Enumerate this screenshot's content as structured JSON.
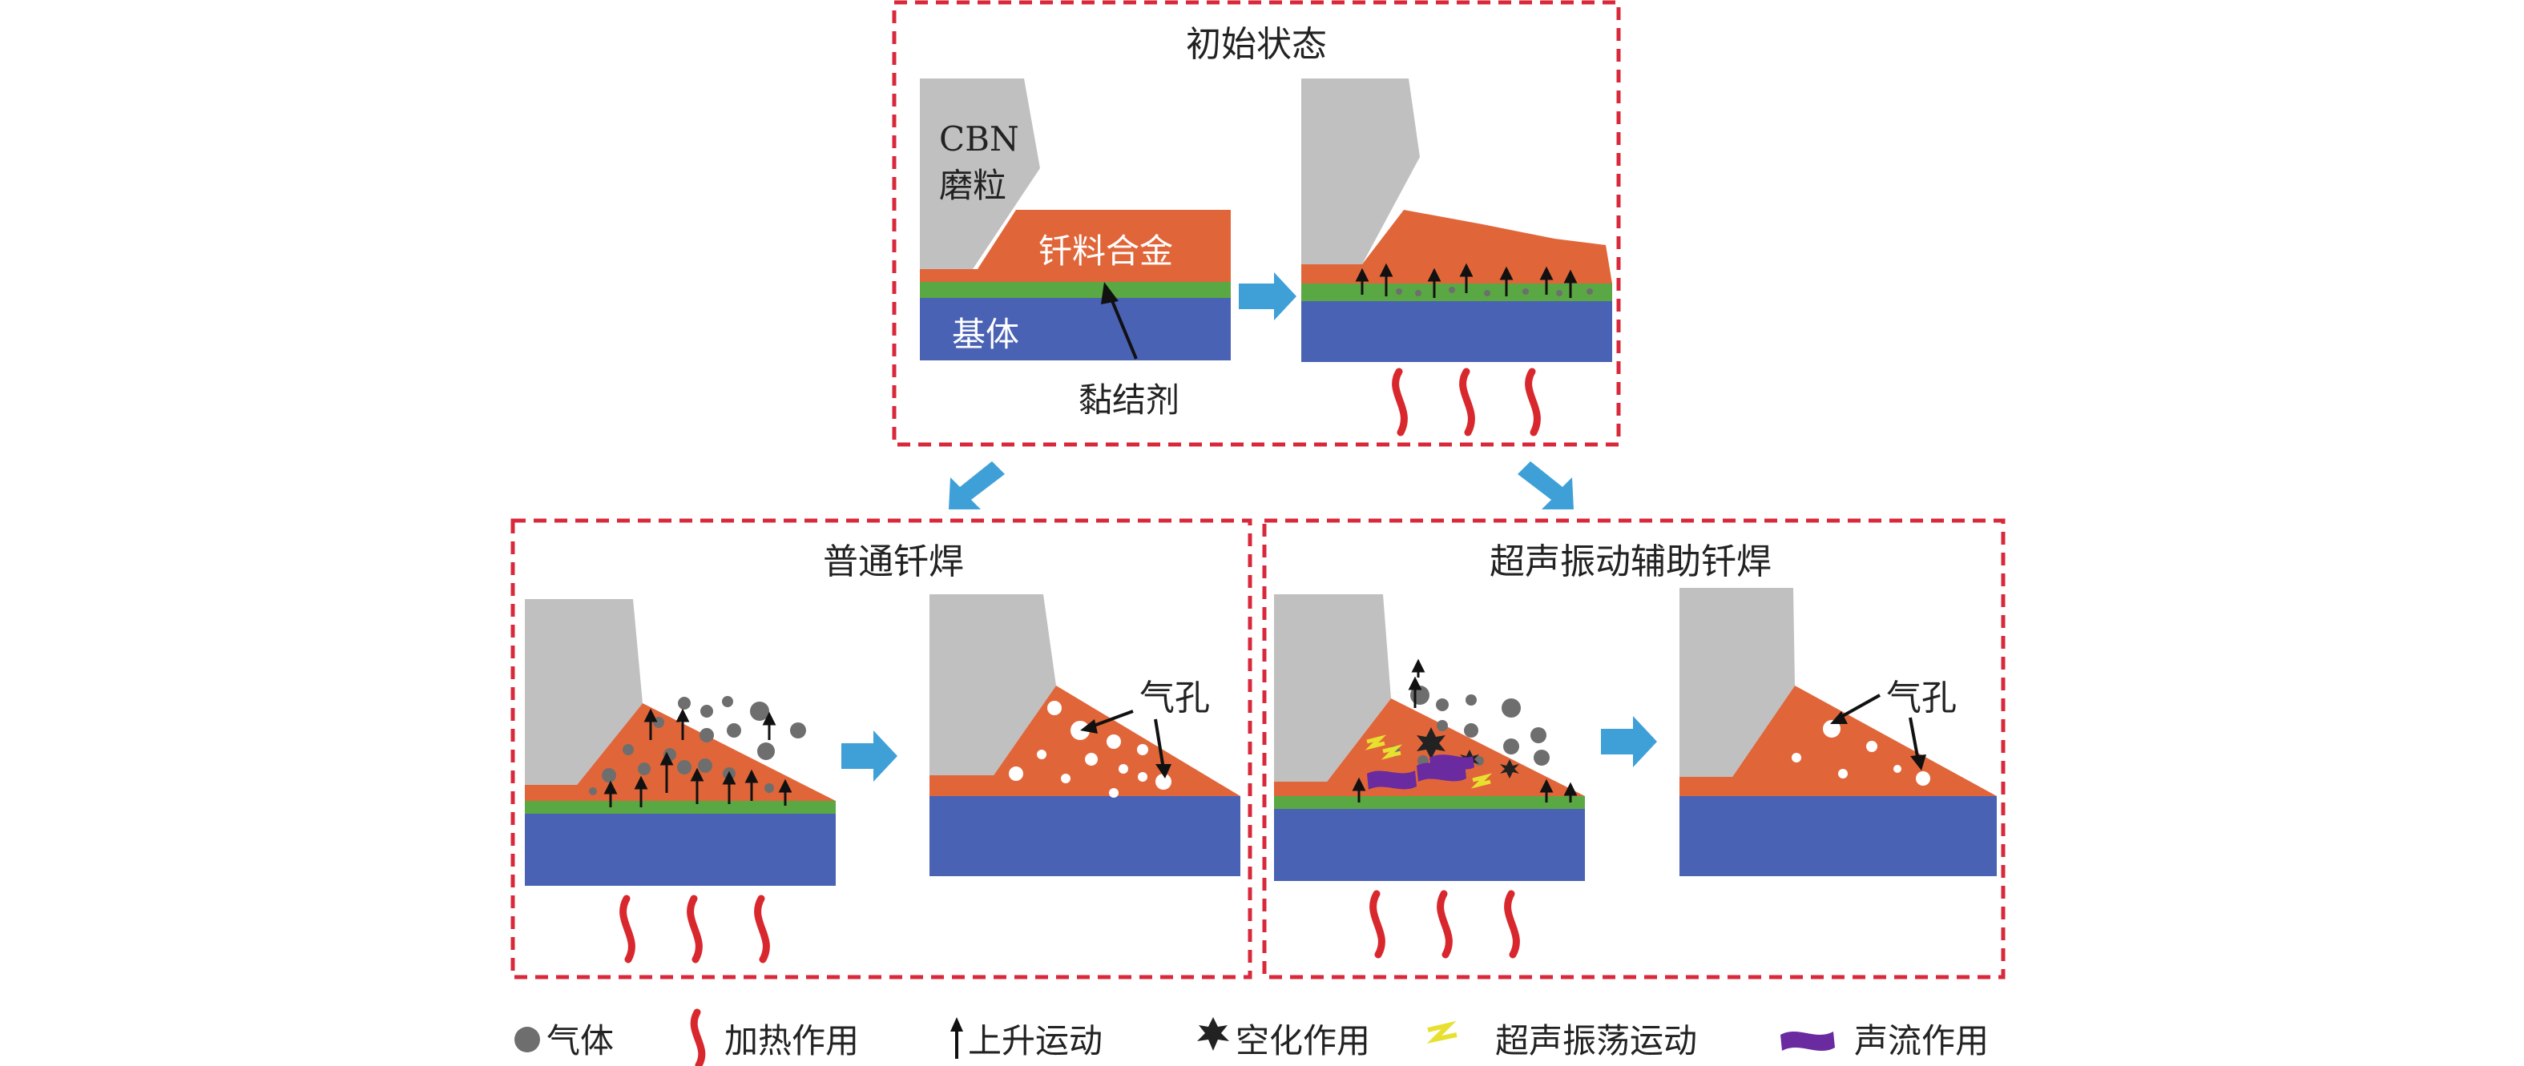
{
  "stages": {
    "initial_title": "初始状态",
    "normal_title": "普通钎焊",
    "ultrasonic_title": "超声振动辅助钎焊"
  },
  "labels": {
    "cbn_line1": "CBN",
    "cbn_line2": "磨粒",
    "filler": "钎料合金",
    "substrate": "基体",
    "binder": "黏结剂",
    "pore": "气孔"
  },
  "legend": [
    {
      "icon": "gas-bubble-icon",
      "label": "气体"
    },
    {
      "icon": "heating-icon",
      "label": "加热作用"
    },
    {
      "icon": "up-arrow-icon",
      "label": "上升运动"
    },
    {
      "icon": "cavitation-icon",
      "label": "空化作用"
    },
    {
      "icon": "ultrasonic-oscillation-icon",
      "label": "超声振荡运动"
    },
    {
      "icon": "acoustic-streaming-icon",
      "label": "声流作用"
    }
  ],
  "colors": {
    "grit": "#c0c0c0",
    "filler": "#e0663a",
    "binder": "#5aa844",
    "substrate": "#4a62b4",
    "heat": "#d8282e",
    "flow_arrow": "#3fa0d8",
    "frame": "#d8283a",
    "gas": "#6e6e6e",
    "zigzag": "#e8e030",
    "stream": "#6a2aa0"
  }
}
